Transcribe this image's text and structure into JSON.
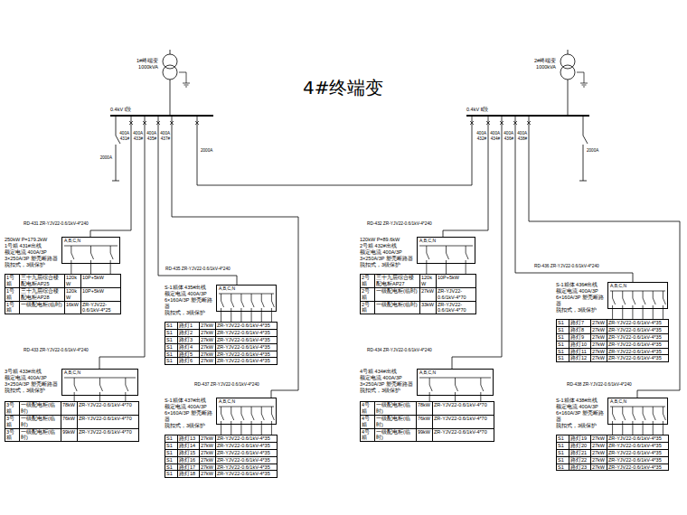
{
  "diagram": {
    "title": "4#终端变",
    "nodes": [
      {
        "text": [
          "1#终端变",
          "1000kVA"
        ]
      },
      {
        "text": [
          "2#终端变",
          "1000kVA"
        ]
      },
      {
        "text": [
          "0.4kV Ⅰ段"
        ]
      },
      {
        "text": [
          "0.4kV Ⅱ段"
        ]
      },
      {
        "text": [
          "250kW P=179.2kW",
          "1号箱 431#出线",
          "额定电流 400A/3P",
          "3×250A/3P 塑壳断路器",
          "脱扣式，3级保护",
          "A,B,C,N",
          "1号箱",
          "三十九层综合楼配电柜AP25",
          "120kW",
          "10P+5kW",
          "1号箱",
          "三十九层综合楼配电柜AP28",
          "120kW",
          "10P+5kW",
          "1号箱",
          "一级配电柜(临时)",
          "16kW",
          "ZR-YJV22-0.6/1kV-4*25"
        ]
      },
      {
        "text": [
          "S-1箱体 435#出线",
          "额定电流 400A/3P",
          "6×160A/3P 塑壳断路器",
          "脱扣式，3级保护",
          "A,B,C,N",
          "S1",
          "路灯1",
          "27kW",
          "ZR-YJV22-0.6/1kV-4*35",
          "S1",
          "路灯2",
          "27kW",
          "ZR-YJV22-0.6/1kV-4*35",
          "S1",
          "路灯3",
          "27kW",
          "ZR-YJV22-0.6/1kV-4*35",
          "S1",
          "路灯4",
          "27kW",
          "ZR-YJV22-0.6/1kV-4*35",
          "S1",
          "路灯5",
          "27kW",
          "ZR-YJV22-0.6/1kV-4*35",
          "S1",
          "路灯6",
          "27kW",
          "ZR-YJV22-0.6/1kV-4*35"
        ]
      },
      {
        "text": [
          "3号箱 433#出线",
          "额定电流 400A/3P",
          "3×250A/3P 塑壳断路器",
          "脱扣式，3级保护",
          "A,B,C,N",
          "3号箱",
          "一级配电柜(临时)",
          "78kW",
          "ZR-YJV22-0.6/1kV-4*70",
          "3号箱",
          "一级配电柜(临时)",
          "76kW",
          "ZR-YJV22-0.6/1kV-4*70",
          "3号箱",
          "一级配电柜(临时)",
          "99kW",
          "ZR-YJV22-0.6/1kV-4*70"
        ]
      },
      {
        "text": [
          "S-1箱体 437#出线",
          "额定电流 400A/3P",
          "6×160A/3P 塑壳断路器",
          "脱扣式，3级保护",
          "A,B,C,N",
          "S1",
          "路灯13",
          "27kW",
          "ZR-YJV22-0.6/1kV-4*35",
          "S1",
          "路灯14",
          "27kW",
          "ZR-YJV22-0.6/1kV-4*35",
          "S1",
          "路灯15",
          "27kW",
          "ZR-YJV22-0.6/1kV-4*35",
          "S1",
          "路灯16",
          "27kW",
          "ZR-YJV22-0.6/1kV-4*35",
          "S1",
          "路灯17",
          "27kW",
          "ZR-YJV22-0.6/1kV-4*35",
          "S1",
          "路灯18",
          "27kW",
          "ZR-YJV22-0.6/1kV-4*35"
        ]
      },
      {
        "text": [
          "120kW P=89.6kW",
          "2号箱 432#出线",
          "额定电流 400A/3P",
          "3×250A/3P 塑壳断路器",
          "脱扣式，3级保护",
          "A,B,C,N",
          "2号箱",
          "三十九层综合楼配电柜AP27",
          "120kW",
          "10P+5kW",
          "2号箱",
          "一级配电柜(临时)",
          "27kW",
          "ZR-YJV22-0.6/1kV-4*70",
          "2号箱",
          "一级配电柜(临时)",
          "33kW",
          "ZR-YJV22-0.6/1kV-4*70"
        ]
      },
      {
        "text": [
          "4号箱 434#出线",
          "额定电流 400A/3P",
          "3×250A/3P 塑壳断路器",
          "脱扣式，3级保护",
          "A,B,C,N",
          "4号箱",
          "一级配电柜(临时)",
          "78kW",
          "ZR-YJV22-0.6/1kV-4*70",
          "4号箱",
          "一级配电柜(临时)",
          "76kW",
          "ZR-YJV22-0.6/1kV-4*70",
          "4号箱",
          "一级配电柜(临时)",
          "99kW",
          "ZR-YJV22-0.6/1kV-4*70"
        ]
      },
      {
        "text": [
          "S-1箱体 436#出线",
          "额定电流 400A/3P",
          "6×160A/3P 塑壳断路器",
          "脱扣式，3级保护",
          "A,B,C,N",
          "S1",
          "路灯7",
          "27kW",
          "ZR-YJV22-0.6/1kV-4*35",
          "S1",
          "路灯8",
          "27kW",
          "ZR-YJV22-0.6/1kV-4*35",
          "S1",
          "路灯9",
          "27kW",
          "ZR-YJV22-0.6/1kV-4*35",
          "S1",
          "路灯10",
          "27kW",
          "ZR-YJV22-0.6/1kV-4*35",
          "S1",
          "路灯11",
          "27kW",
          "ZR-YJV22-0.6/1kV-4*35",
          "S1",
          "路灯12",
          "27kW",
          "ZR-YJV22-0.6/1kV-4*35"
        ]
      },
      {
        "text": [
          "S-1箱体 438#出线",
          "额定电流 400A/3P",
          "6×160A/3P 塑壳断路器",
          "脱扣式，3级保护",
          "A,B,C,N",
          "S1",
          "路灯19",
          "27kW",
          "ZR-YJV22-0.6/1kV-4*35",
          "S1",
          "路灯20",
          "27kW",
          "ZR-YJV22-0.6/1kV-4*35",
          "S1",
          "路灯21",
          "27kW",
          "ZR-YJV22-0.6/1kV-4*35",
          "S1",
          "路灯22",
          "27kW",
          "ZR-YJV22-0.6/1kV-4*35",
          "S1",
          "路灯23",
          "27kW",
          "ZR-YJV22-0.6/1kV-4*35"
        ]
      }
    ],
    "edges": [
      {
        "from": 0,
        "to": 2,
        "arrow": "none"
      },
      {
        "from": 1,
        "to": 3,
        "arrow": "none"
      },
      {
        "from": 2,
        "to": 3,
        "arrow": "none"
      },
      {
        "from": 2,
        "to": 4,
        "arrow": "none",
        "label": "RD-431 ZR-YJV22-0.6/1kV-4*240"
      },
      {
        "from": 2,
        "to": 6,
        "arrow": "none",
        "label": "RD-433 ZR-YJV22-0.6/1kV-4*240"
      },
      {
        "from": 2,
        "to": 5,
        "arrow": "none",
        "label": "RD-435 ZR-YJV22-0.6/1kV-4*240"
      },
      {
        "from": 2,
        "to": 7,
        "arrow": "none",
        "label": "RD-437 ZR-YJV22-0.6/1kV-4*240"
      },
      {
        "from": 3,
        "to": 8,
        "arrow": "none",
        "label": "RD-432 ZR-YJV22-0.6/1kV-4*240"
      },
      {
        "from": 3,
        "to": 9,
        "arrow": "none",
        "label": "RD-434 ZR-YJV22-0.6/1kV-4*240"
      },
      {
        "from": 3,
        "to": 10,
        "arrow": "none",
        "label": "RD-436 ZR-YJV22-0.6/1kV-4*240"
      },
      {
        "from": 3,
        "to": 11,
        "arrow": "none",
        "label": "RD-438 ZR-YJV22-0.6/1kV-4*240"
      }
    ],
    "labels": [
      "2000A",
      "400A",
      "431#",
      "400A",
      "433#",
      "400A",
      "435#",
      "400A",
      "437#",
      "2000A",
      "400A",
      "432#",
      "400A",
      "434#",
      "400A",
      "436#",
      "400A",
      "438#",
      "2000A"
    ]
  }
}
